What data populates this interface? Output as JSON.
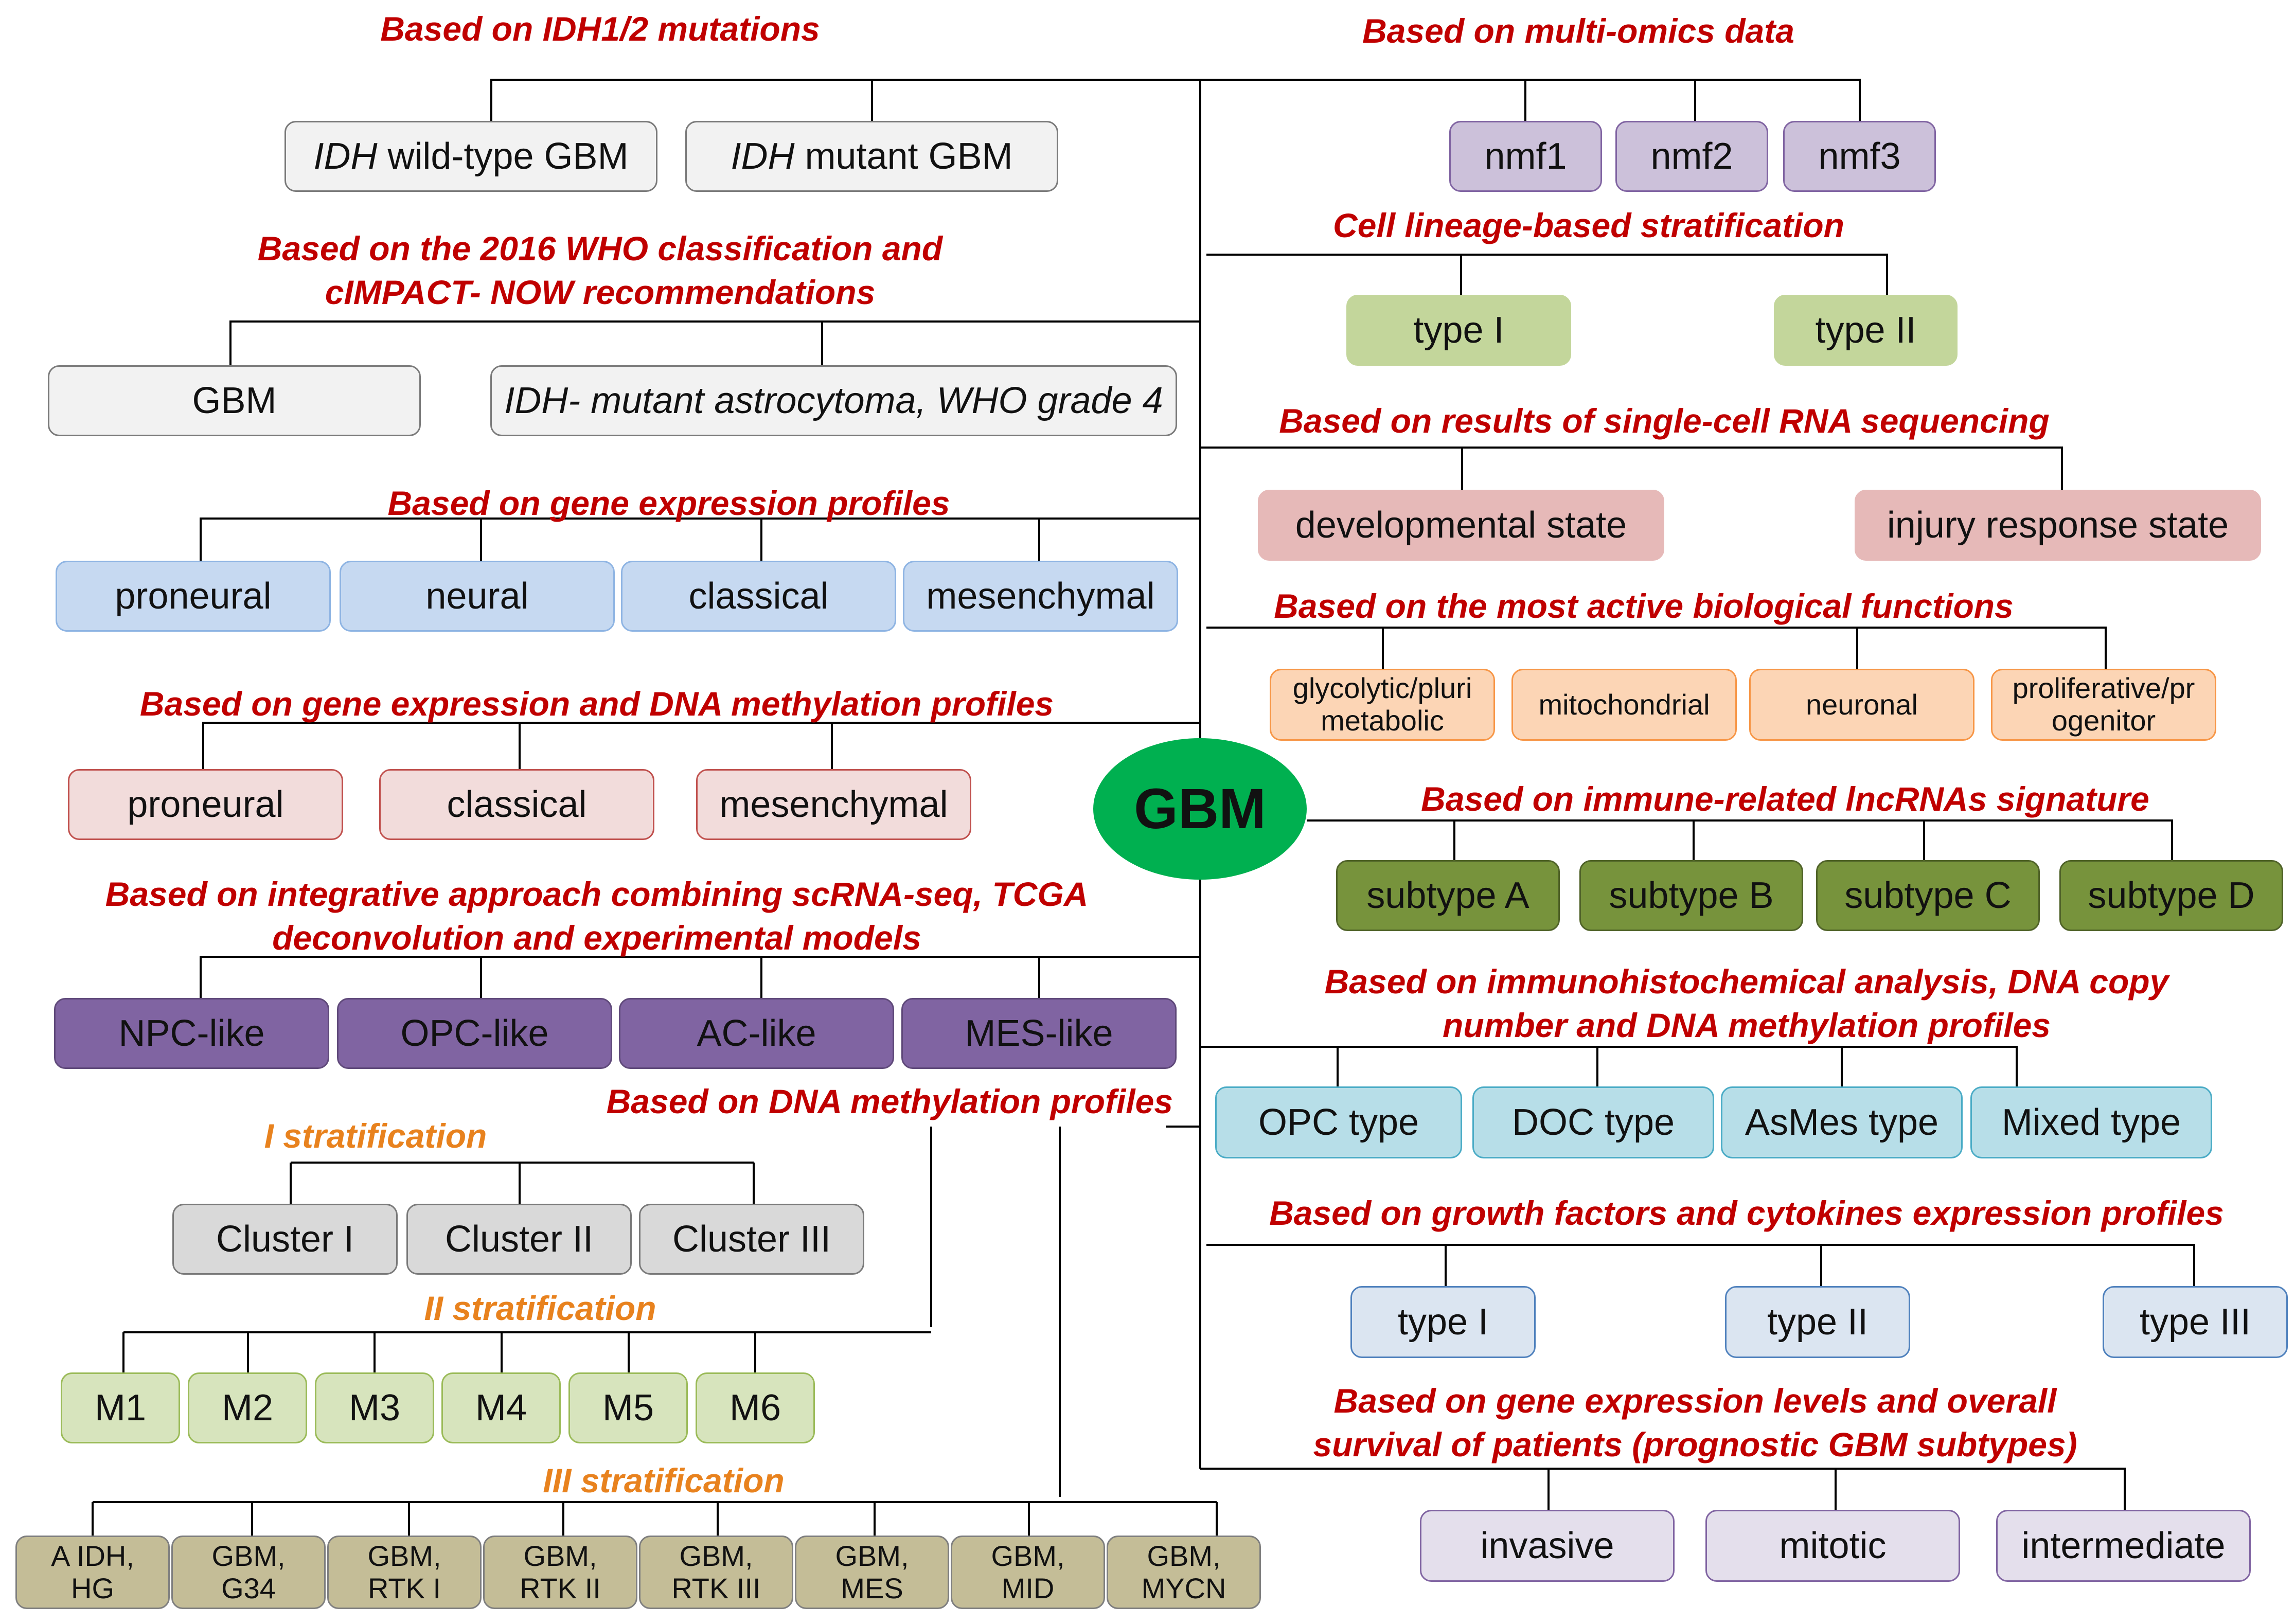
{
  "center": "GBM",
  "headers": {
    "idh": "Based on IDH1/2 mutations",
    "who_1": "Based on the 2016 WHO classification and",
    "who_2": "cIMPACT- NOW recommendations",
    "gene_expr": "Based on gene expression profiles",
    "gene_meth": "Based on gene expression and DNA methylation profiles",
    "integ_1": "Based on integrative approach combining scRNA-seq, TCGA",
    "integ_2": "deconvolution and experimental models",
    "dna_meth": "Based on DNA methylation profiles",
    "strat_1": "I stratification",
    "strat_2": "II stratification",
    "strat_3": "III stratification",
    "multiomics": "Based on multi-omics data",
    "lineage": "Cell lineage-based stratification",
    "scrna": "Based on results of single-cell RNA sequencing",
    "bio_func": "Based on the most active biological functions",
    "lncrna": "Based on immune-related lncRNAs signature",
    "ihc_1": "Based on immunohistochemical analysis, DNA copy",
    "ihc_2": "number and DNA methylation profiles",
    "growth": "Based on growth factors and cytokines expression profiles",
    "surv_1": "Based on gene expression levels and overall",
    "surv_2": "survival of patients (prognostic GBM subtypes)"
  },
  "idh": [
    {
      "italic": "IDH",
      "rest": " wild-type GBM"
    },
    {
      "italic": "IDH",
      "rest": " mutant GBM"
    }
  ],
  "who": [
    "GBM",
    "IDH- mutant astrocytoma, WHO grade 4"
  ],
  "gene_expr": [
    "proneural",
    "neural",
    "classical",
    "mesenchymal"
  ],
  "gene_meth": [
    "proneural",
    "classical",
    "mesenchymal"
  ],
  "integ": [
    "NPC-like",
    "OPC-like",
    "AC-like",
    "MES-like"
  ],
  "cluster": [
    "Cluster I",
    "Cluster II",
    "Cluster III"
  ],
  "m": [
    "M1",
    "M2",
    "M3",
    "M4",
    "M5",
    "M6"
  ],
  "strat3": [
    [
      "A IDH,",
      "HG"
    ],
    [
      "GBM,",
      "G34"
    ],
    [
      "GBM,",
      "RTK I"
    ],
    [
      "GBM,",
      "RTK II"
    ],
    [
      "GBM,",
      "RTK III"
    ],
    [
      "GBM,",
      "MES"
    ],
    [
      "GBM,",
      "MID"
    ],
    [
      "GBM,",
      "MYCN"
    ]
  ],
  "nmf": [
    "nmf1",
    "nmf2",
    "nmf3"
  ],
  "lineage": [
    "type I",
    "type II"
  ],
  "scrna": [
    "developmental state",
    "injury response state"
  ],
  "bio_func": [
    [
      "glycolytic/pluri",
      "metabolic"
    ],
    [
      "mitochondrial"
    ],
    [
      "neuronal"
    ],
    [
      "proliferative/pr",
      "ogenitor"
    ]
  ],
  "lncrna": [
    "subtype A",
    "subtype B",
    "subtype C",
    "subtype D"
  ],
  "ihc": [
    "OPC type",
    "DOC type",
    "AsMes type",
    "Mixed type"
  ],
  "growth": [
    "type I",
    "type II",
    "type III"
  ],
  "surv": [
    "invasive",
    "mitotic",
    "intermediate"
  ],
  "colors": {
    "header_red": "#c00000",
    "header_orange": "#e8821e",
    "center_fill": "#00b050",
    "idh_fill": "#f2f2f2",
    "gene_expr_fill": "#c6d9f1",
    "gene_meth_fill": "#f2dcdb",
    "integ_fill": "#8064a2",
    "cluster_fill": "#d9d9d9",
    "m_fill": "#d7e4bd",
    "strat3_fill": "#c4bd97",
    "nmf_fill": "#ccc1da",
    "lineage_fill": "#c3d69b",
    "scrna_fill": "#e6b9b8",
    "bio_fill": "#fcd5b5",
    "lncrna_fill": "#77933c",
    "ihc_fill": "#b7dee8",
    "growth_fill": "#dbe5f1",
    "surv_fill": "#e4dfec"
  }
}
